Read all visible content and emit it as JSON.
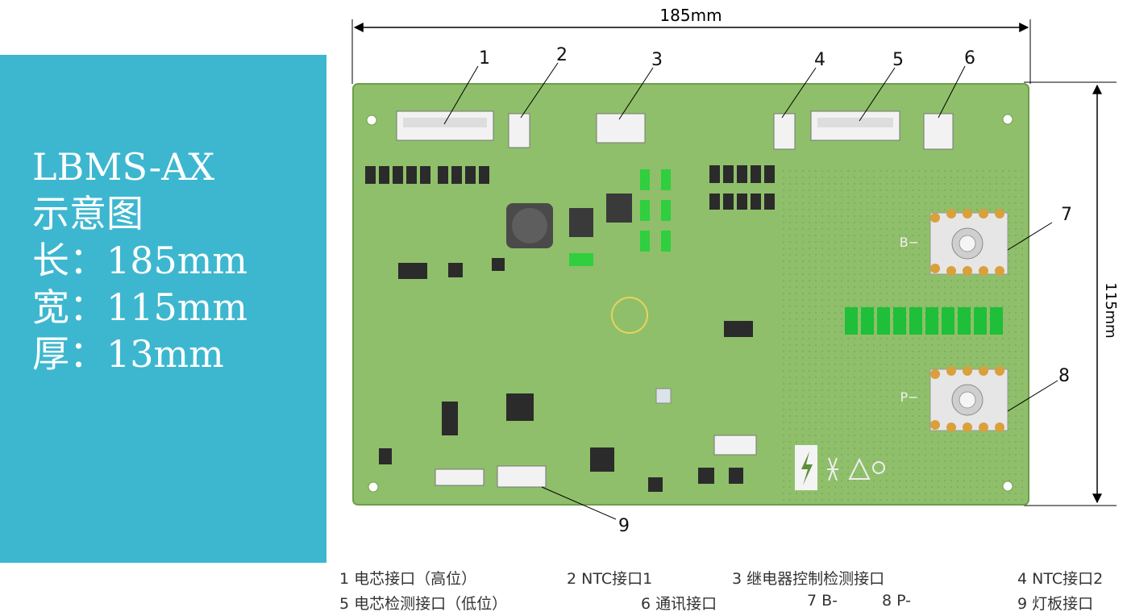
{
  "dimensions": {
    "width_label": "185mm",
    "height_label": "115mm"
  },
  "product": {
    "model": "LBMS-AX",
    "subtitle": "示意图",
    "length": "长：185mm",
    "width": "宽：115mm",
    "thickness": "厚：13mm"
  },
  "callouts": [
    "1",
    "2",
    "3",
    "4",
    "5",
    "6",
    "7",
    "8",
    "9"
  ],
  "board_labels": {
    "b_minus": "B−",
    "p_minus": "P−"
  },
  "legend": [
    "1 电芯接口（高位）",
    "2 NTC接口1",
    "3 继电器控制检测接口",
    "4 NTC接口2",
    "5 电芯检测接口（低位）",
    "6 通讯接口",
    "7 B-",
    "8 P-",
    "9 灯板接口"
  ],
  "colors": {
    "panel": "#3db7cf",
    "pcb": "#8fbf6a",
    "pcb_edge": "#6e9e4c",
    "led": "#1fbf3a"
  }
}
